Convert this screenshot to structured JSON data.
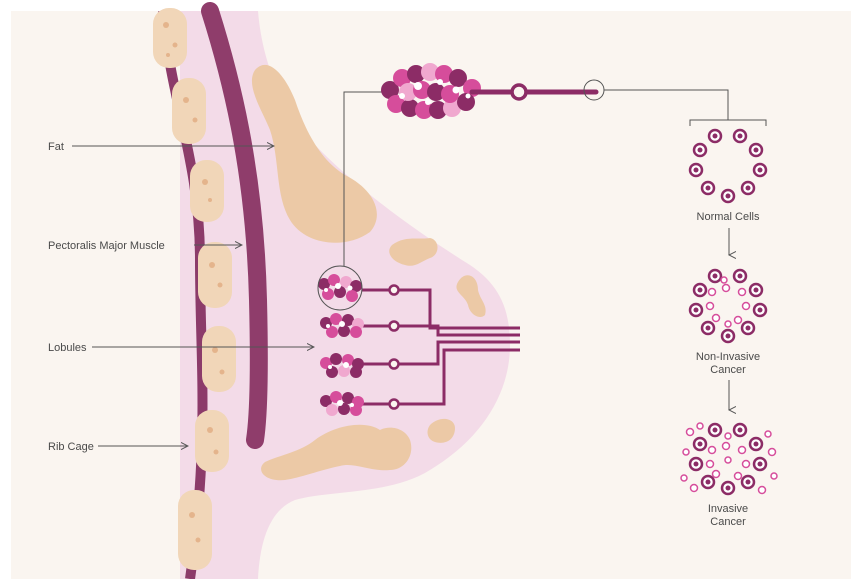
{
  "labels": {
    "fat": "Fat",
    "muscle": "Pectoralis Major Muscle",
    "lobules": "Lobules",
    "rib_cage": "Rib Cage"
  },
  "stages": {
    "normal": "Normal Cells",
    "non_invasive_1": "Non-Invasive",
    "non_invasive_2": "Cancer",
    "invasive_1": "Invasive",
    "invasive_2": "Cancer"
  },
  "colors": {
    "background": "#faf5f0",
    "breast_tissue": "#f3dbe8",
    "fat": "#ecc9a6",
    "bone": "#f1d6b8",
    "muscle": "#8f3d6b",
    "duct": "#8c2c66",
    "lobule_pink": "#d64d9b",
    "label_line": "#555555"
  },
  "icons": [
    "right-arrow-icon",
    "down-arrow-icon",
    "cell-icon"
  ]
}
